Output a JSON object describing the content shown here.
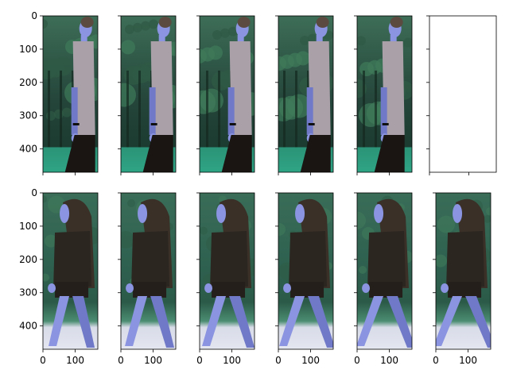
{
  "figure": {
    "rows": 2,
    "cols": 6
  },
  "colors": {
    "foliage_dark": "#1f3a2e",
    "foliage_mid": "#2f5a44",
    "foliage_light": "#3f7a5a",
    "teal_grass": "#2fa585",
    "skin": "#8a94e0",
    "skin_shadow": "#6f79c8",
    "shirt": "#a9a0a8",
    "jacket": "#2b2620",
    "hair": "#3a3028",
    "pavement": "#d8d8e8",
    "dark_pants": "#1a1412",
    "hedge": "#2e5e48"
  },
  "chart_data": [
    {
      "type": "image-grid",
      "row": 0,
      "description": "",
      "panels": [
        {
          "index": 0,
          "image": "walking-man-frame",
          "xlim": [
            0,
            170
          ],
          "ylim": [
            470,
            0
          ],
          "show_ytick_labels": true,
          "show_xtick_labels": false
        },
        {
          "index": 1,
          "image": "walking-man-frame",
          "xlim": [
            0,
            170
          ],
          "ylim": [
            470,
            0
          ],
          "show_ytick_labels": false,
          "show_xtick_labels": false
        },
        {
          "index": 2,
          "image": "walking-man-frame",
          "xlim": [
            0,
            170
          ],
          "ylim": [
            470,
            0
          ],
          "show_ytick_labels": false,
          "show_xtick_labels": false
        },
        {
          "index": 3,
          "image": "walking-man-frame",
          "xlim": [
            0,
            170
          ],
          "ylim": [
            470,
            0
          ],
          "show_ytick_labels": false,
          "show_xtick_labels": false
        },
        {
          "index": 4,
          "image": "walking-man-frame",
          "xlim": [
            0,
            170
          ],
          "ylim": [
            470,
            0
          ],
          "show_ytick_labels": false,
          "show_xtick_labels": false
        },
        {
          "index": 5,
          "image": "empty",
          "xlim": [
            0,
            170
          ],
          "ylim": [
            470,
            0
          ],
          "show_ytick_labels": false,
          "show_xtick_labels": false
        }
      ]
    },
    {
      "type": "image-grid",
      "row": 1,
      "panels": [
        {
          "index": 0,
          "image": "walking-woman-frame",
          "xlim": [
            0,
            170
          ],
          "ylim": [
            470,
            0
          ],
          "show_ytick_labels": true,
          "show_xtick_labels": true
        },
        {
          "index": 1,
          "image": "walking-woman-frame",
          "xlim": [
            0,
            170
          ],
          "ylim": [
            470,
            0
          ],
          "show_ytick_labels": false,
          "show_xtick_labels": true
        },
        {
          "index": 2,
          "image": "walking-woman-frame",
          "xlim": [
            0,
            170
          ],
          "ylim": [
            470,
            0
          ],
          "show_ytick_labels": false,
          "show_xtick_labels": true
        },
        {
          "index": 3,
          "image": "walking-woman-frame",
          "xlim": [
            0,
            170
          ],
          "ylim": [
            470,
            0
          ],
          "show_ytick_labels": false,
          "show_xtick_labels": true
        },
        {
          "index": 4,
          "image": "walking-woman-frame",
          "xlim": [
            0,
            170
          ],
          "ylim": [
            470,
            0
          ],
          "show_ytick_labels": false,
          "show_xtick_labels": true
        },
        {
          "index": 5,
          "image": "walking-woman-frame",
          "xlim": [
            0,
            170
          ],
          "ylim": [
            470,
            0
          ],
          "show_ytick_labels": false,
          "show_xtick_labels": true
        }
      ]
    }
  ],
  "axes": {
    "y_ticks": [
      0,
      100,
      200,
      300,
      400
    ],
    "y_tick_labels": [
      "0",
      "100",
      "200",
      "300",
      "400"
    ],
    "x_ticks": [
      0,
      100
    ],
    "x_tick_labels": [
      "0",
      "100"
    ]
  }
}
